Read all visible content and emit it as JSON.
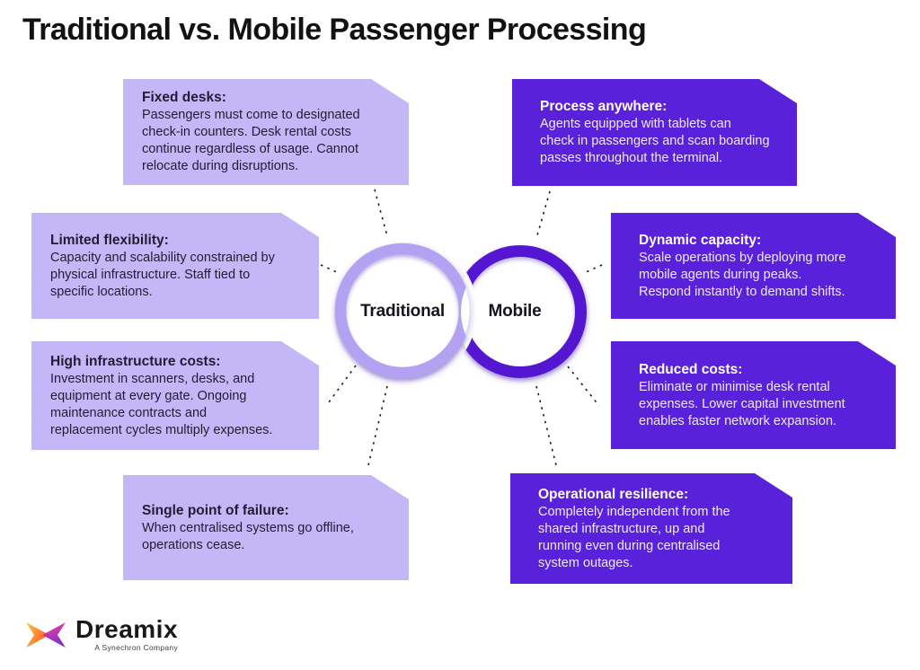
{
  "title": "Traditional vs. Mobile Passenger Processing",
  "venn": {
    "left_label": "Traditional",
    "right_label": "Mobile"
  },
  "left_boxes": [
    {
      "heading": "Fixed desks:",
      "body": "Passengers must come to designated\ncheck-in counters. Desk rental costs\ncontinue regardless of usage. Cannot\nrelocate during disruptions."
    },
    {
      "heading": "Limited flexibility:",
      "body": "Capacity and scalability constrained by\nphysical infrastructure. Staff tied to\nspecific locations."
    },
    {
      "heading": "High infrastructure costs:",
      "body": "Investment in scanners, desks, and\nequipment at every gate. Ongoing\nmaintenance contracts and\nreplacement cycles multiply expenses."
    },
    {
      "heading": "Single point of failure:",
      "body": "When centralised systems go offline,\noperations cease."
    }
  ],
  "right_boxes": [
    {
      "heading": "Process anywhere:",
      "body": "Agents equipped with tablets can\ncheck in passengers and scan boarding\npasses throughout the terminal."
    },
    {
      "heading": "Dynamic capacity:",
      "body": "Scale operations by deploying more\nmobile agents during peaks.\nRespond instantly to demand shifts."
    },
    {
      "heading": "Reduced costs:",
      "body": "Eliminate or minimise desk rental\nexpenses. Lower capital investment\nenables faster network expansion."
    },
    {
      "heading": "Operational resilience:",
      "body": "Completely independent from the\nshared infrastructure, up and\nrunning even during centralised\nsystem outages."
    }
  ],
  "logo": {
    "brand": "Dreamix",
    "tagline": "A Synechron Company"
  },
  "colors": {
    "title_color": "#121212",
    "light_box": "#c4b7f8",
    "dark_box": "#5a21da",
    "light_ring": "#b2a2f1",
    "dark_ring": "#5517d2",
    "text_dark": "#221c33",
    "text_light": "#ffffff",
    "connector": "#1c1c1c",
    "logo_orange_start": "#ffc53d",
    "logo_orange_end": "#ff5a2a",
    "logo_purple_start": "#ef3a8f",
    "logo_purple_end": "#6d1fd6"
  }
}
